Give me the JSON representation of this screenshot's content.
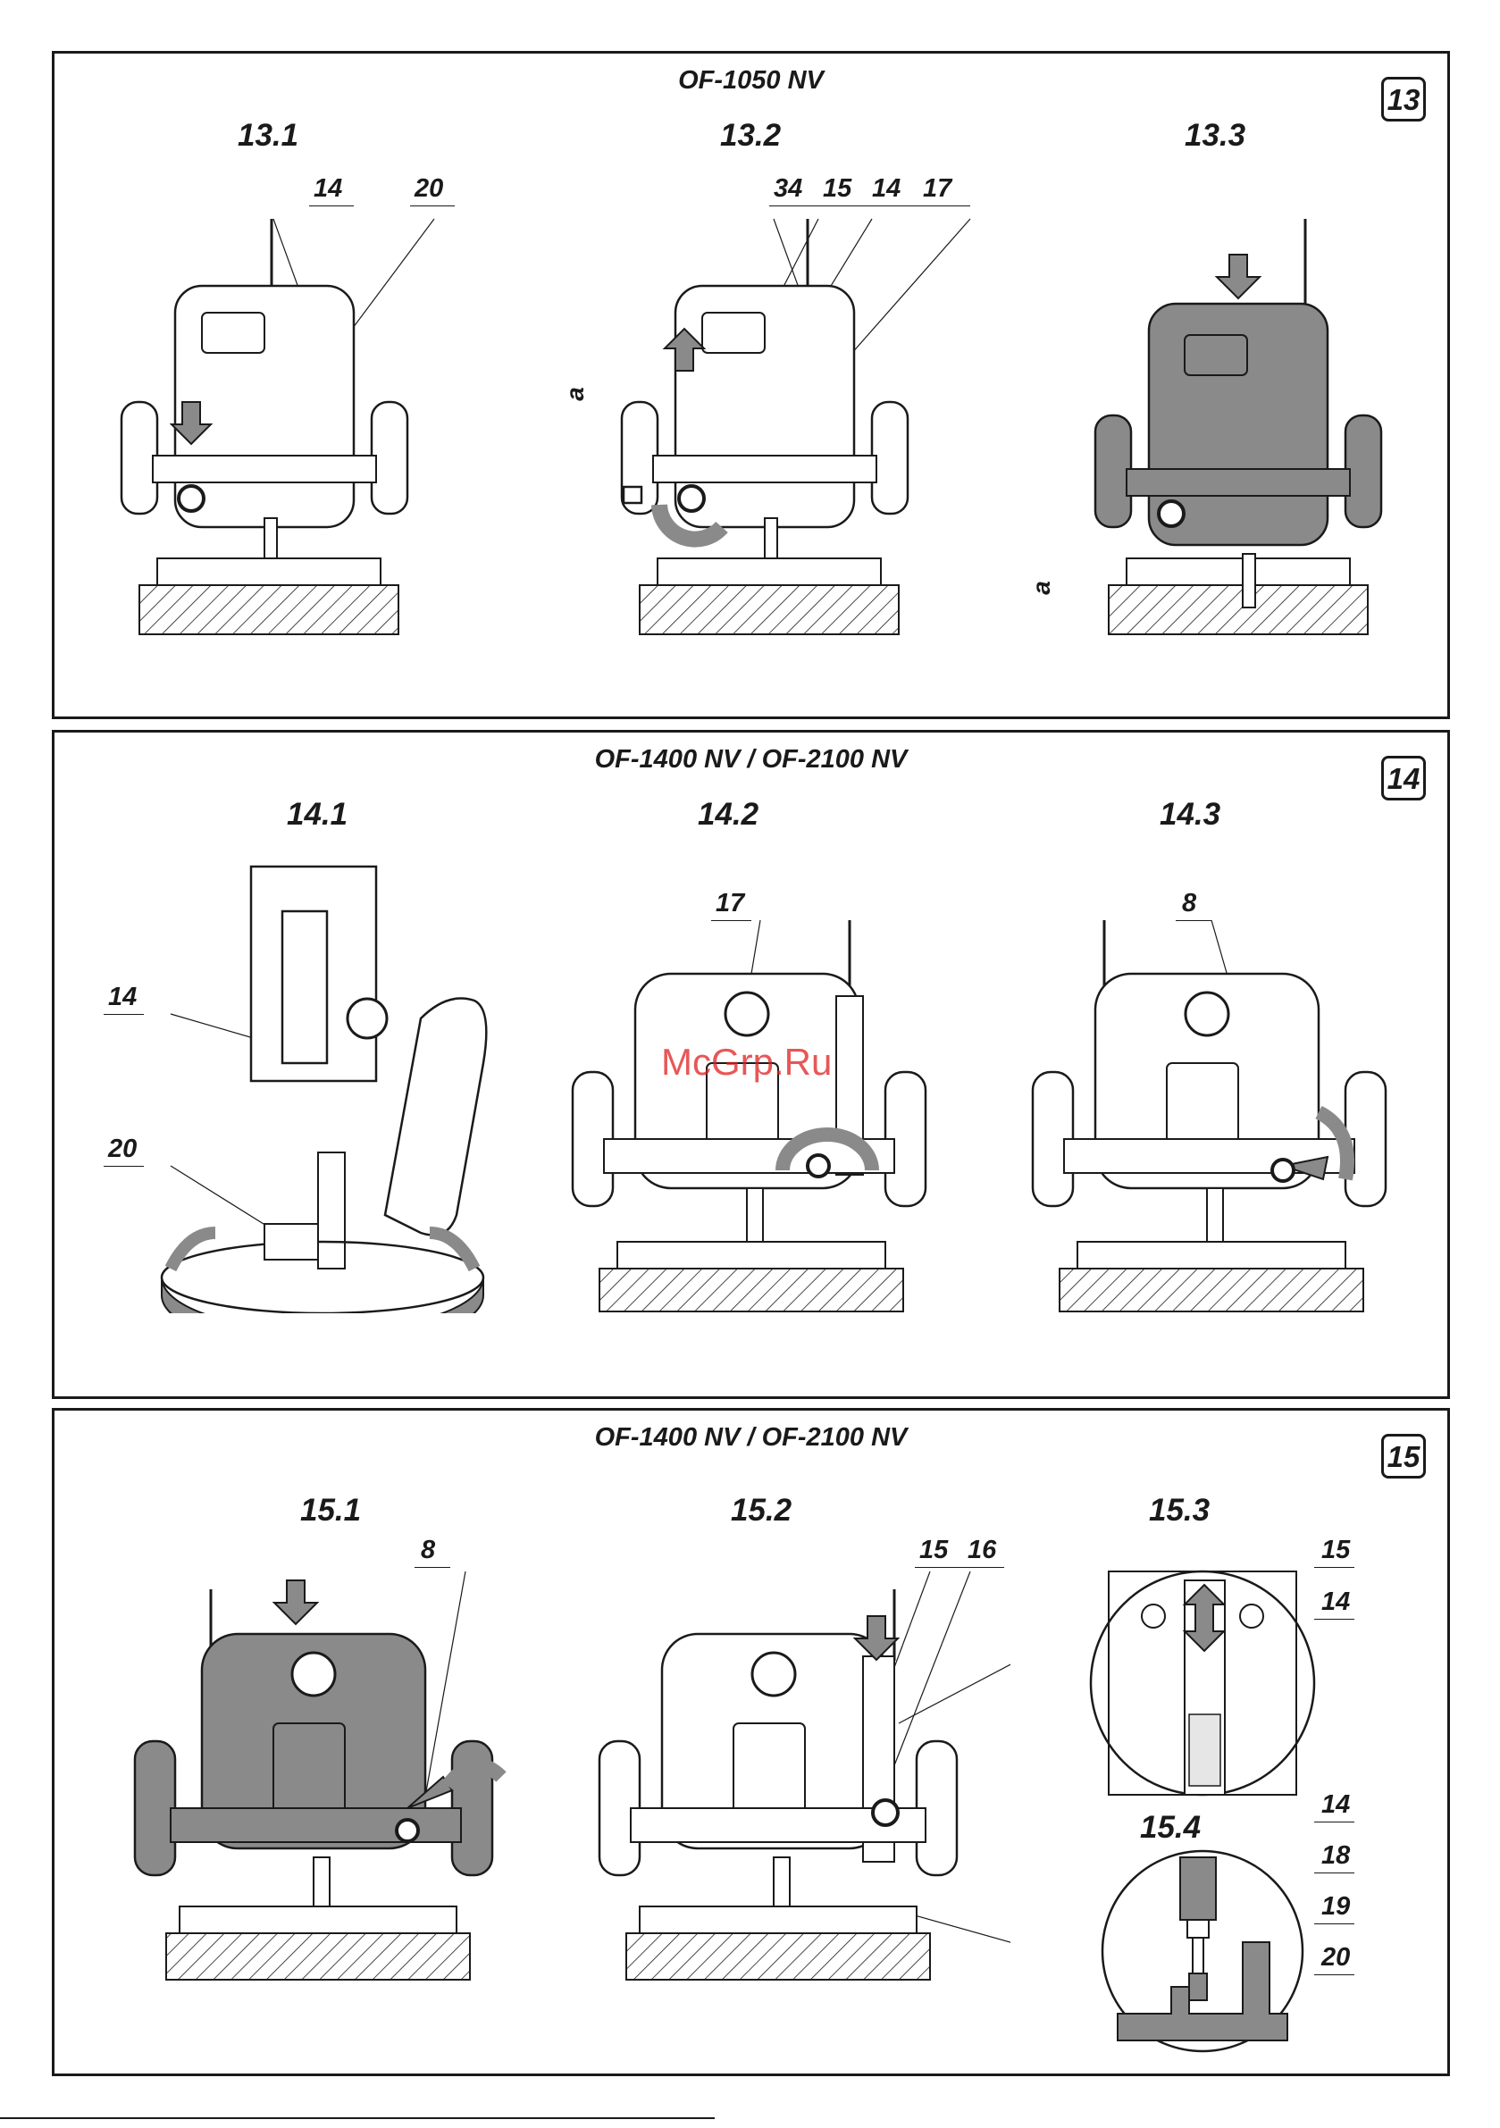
{
  "panels": [
    {
      "title": "OF-1050 NV",
      "number": "13",
      "figures": [
        "13.1",
        "13.2",
        "13.3"
      ]
    },
    {
      "title": "OF-1400 NV / OF-2100 NV",
      "number": "14",
      "figures": [
        "14.1",
        "14.2",
        "14.3"
      ]
    },
    {
      "title": "OF-1400 NV / OF-2100 NV",
      "number": "15",
      "figures": [
        "15.1",
        "15.2",
        "15.3",
        "15.4"
      ]
    }
  ],
  "callouts": {
    "f13_1": [
      "14",
      "20"
    ],
    "f13_2": [
      "34",
      "15",
      "14",
      "17"
    ],
    "dimension": "a",
    "f14_1": [
      "14",
      "20"
    ],
    "f14_2": [
      "17"
    ],
    "f14_3": [
      "8"
    ],
    "f15_1": [
      "8"
    ],
    "f15_2": [
      "15",
      "16"
    ],
    "f15_3": [
      "15",
      "14"
    ],
    "f15_4": [
      "14",
      "18",
      "19",
      "20"
    ]
  },
  "watermark": "McGrp.Ru",
  "colors": {
    "line": "#1a1a1a",
    "tool_gray": "#8a8a8a",
    "watermark": "#e02020"
  }
}
